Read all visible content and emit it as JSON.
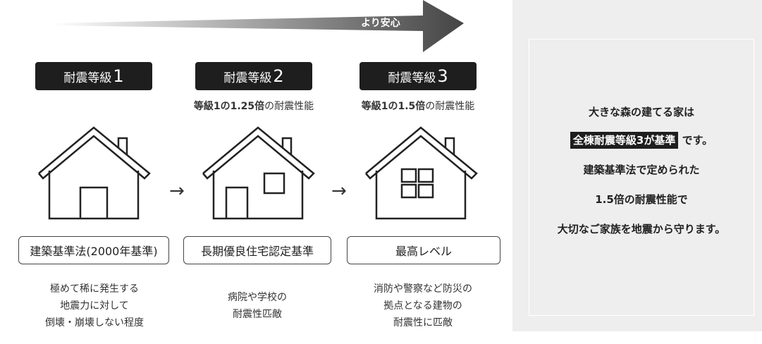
{
  "banner": {
    "label": "より安心"
  },
  "levels": [
    {
      "title": "耐震等級",
      "num": "1",
      "sub": "",
      "sub_light": "",
      "standard": "建築基準法(2000年基準)",
      "desc": [
        "極めて稀に発生する",
        "地震力に対して",
        "倒壊・崩壊しない程度"
      ]
    },
    {
      "title": "耐震等級",
      "num": "2",
      "sub": "等級1の1.25倍",
      "sub_light": "の耐震性能",
      "standard": "長期優良住宅認定基準",
      "desc": [
        "病院や学校の",
        "耐震性匹敵"
      ]
    },
    {
      "title": "耐震等級",
      "num": "3",
      "sub": "等級1の1.5倍",
      "sub_light": "の耐震性能",
      "standard": "最高レベル",
      "desc": [
        "消防や警察など防災の",
        "拠点となる建物の",
        "耐震性に匹敵"
      ]
    }
  ],
  "arrows": [
    "→",
    "→"
  ],
  "panel": {
    "line1": "大きな森の建てる家は",
    "highlight": "全棟耐震等級3が基準",
    "line2_rest": "です。",
    "line3": "建築基準法で定められた",
    "line4": "1.5倍の耐震性能で",
    "line5": "大切なご家族を地震から守ります。"
  }
}
